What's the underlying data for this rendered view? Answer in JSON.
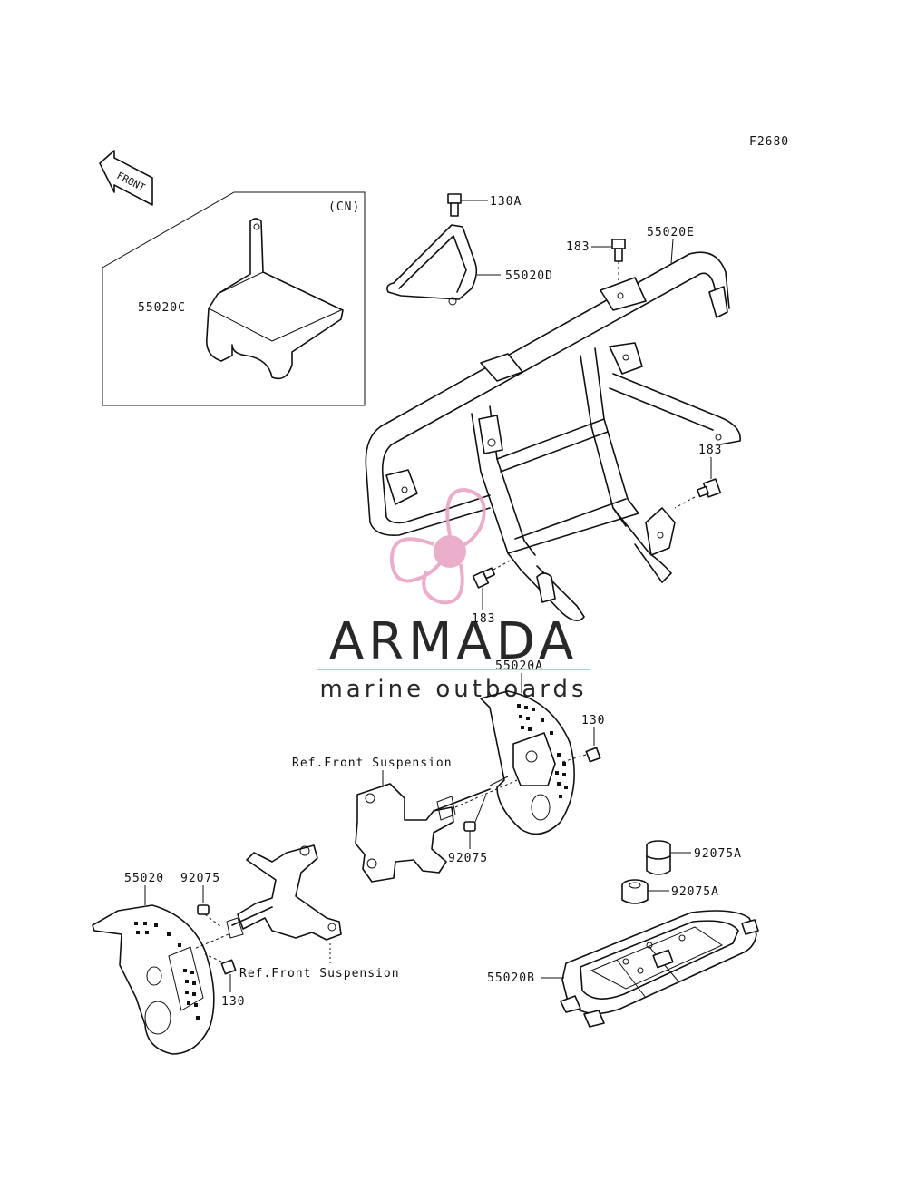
{
  "diagram": {
    "figure_code": "F2680",
    "front_arrow": "FRONT",
    "inset_tag": "(CN)",
    "callouts": {
      "c55020C": "55020C",
      "c130A": "130A",
      "c55020D": "55020D",
      "c183_top": "183",
      "c55020E": "55020E",
      "c183_right": "183",
      "c183_mid": "183",
      "c55020A": "55020A",
      "c130_mid": "130",
      "ref_front_susp_1": "Ref.Front Suspension",
      "c92075_mid": "92075",
      "c92075A_1": "92075A",
      "c92075A_2": "92075A",
      "c55020": "55020",
      "c92075_left": "92075",
      "ref_front_susp_2": "Ref.Front Suspension",
      "c130_left": "130",
      "c55020B": "55020B"
    }
  },
  "watermark": {
    "brand": "ARMADA",
    "tagline": "marine outboards",
    "color": "#e8a6c6",
    "text_color": "#8a8a8a"
  }
}
